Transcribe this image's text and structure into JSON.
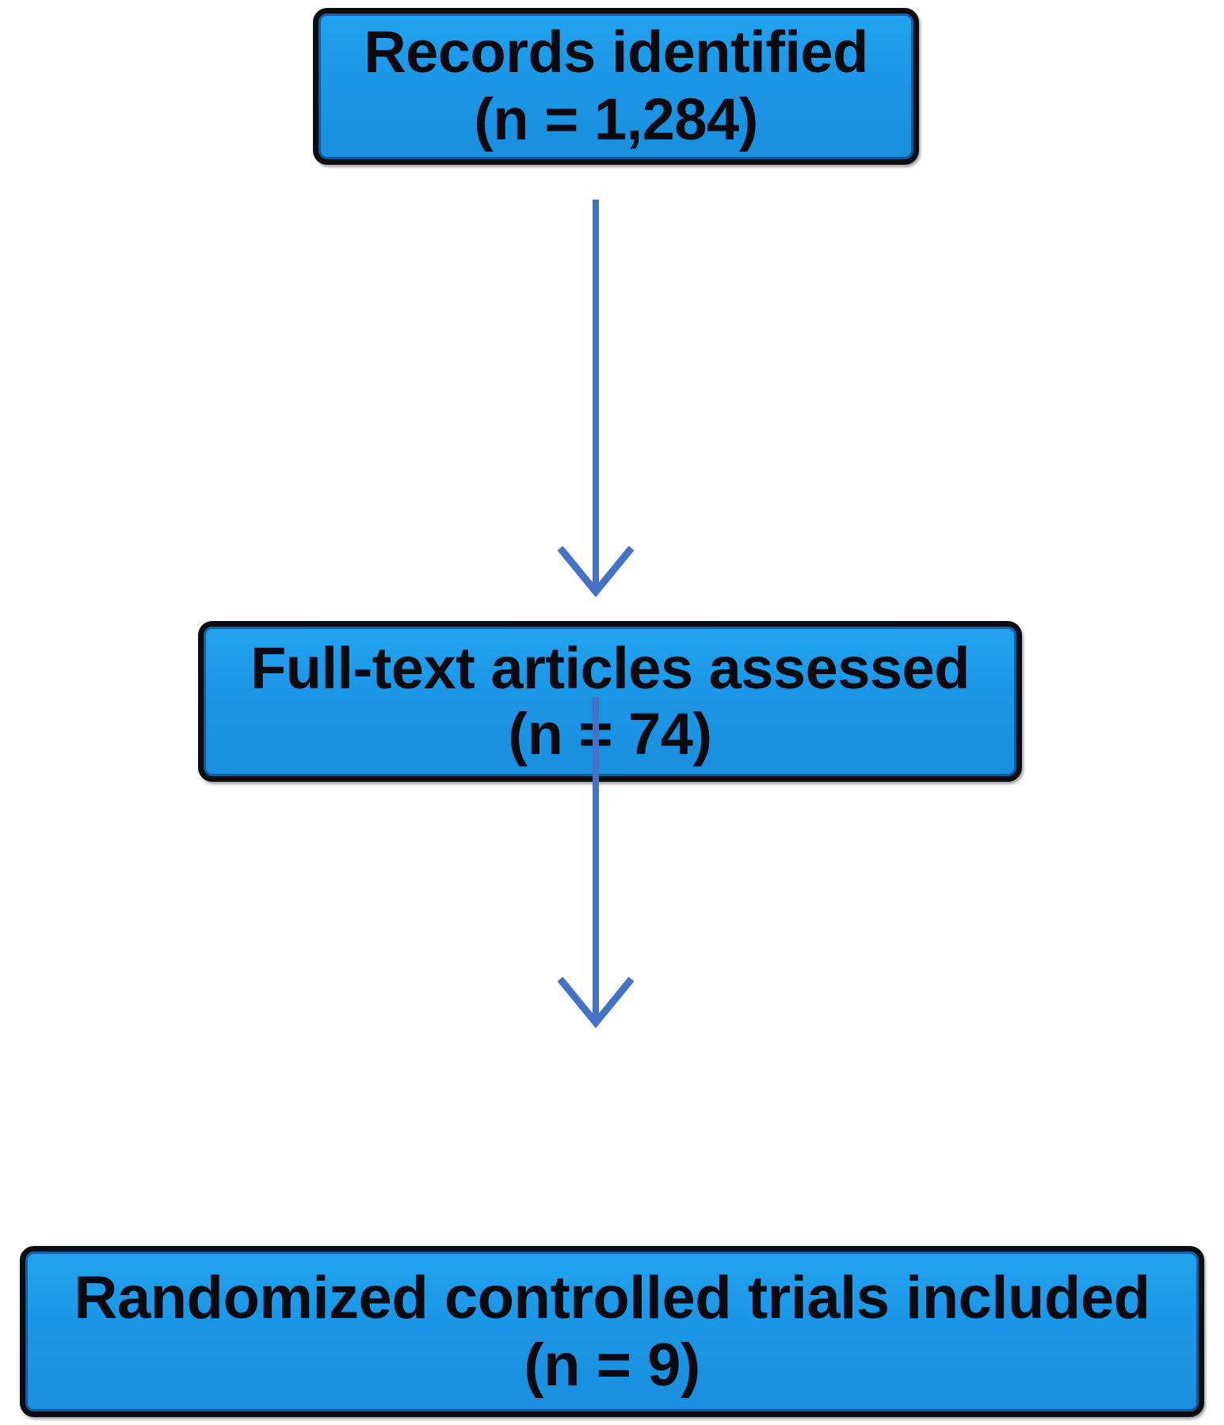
{
  "diagram": {
    "title": "PRISMA study selection flow diagram",
    "accent_color": "#4472c4",
    "node_fill_color": "#1c96e6",
    "node_border_color": "#0d0d11",
    "node_text_color": "#0a0a10",
    "background_color": "#ffffff",
    "nodes": [
      {
        "id": "identification",
        "line1": "Records identified",
        "line2": "(n = 1,284)",
        "count": 1284
      },
      {
        "id": "eligibility",
        "line1": "Full-text articles assessed",
        "line2": "(n = 74)",
        "count": 74
      },
      {
        "id": "included",
        "line1": "Randomized controlled trials included",
        "line2": "(n = 9)",
        "count": 9
      }
    ],
    "connectors": [
      {
        "id": "arrow-1",
        "from": "identification",
        "to": "eligibility"
      },
      {
        "id": "arrow-2",
        "from": "eligibility",
        "to": "included"
      }
    ]
  }
}
